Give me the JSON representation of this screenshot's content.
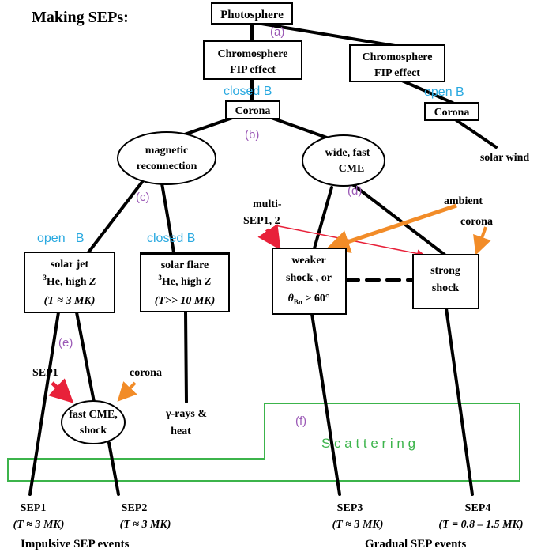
{
  "title": "Making SEPs:",
  "colors": {
    "purple": "#9b59b6",
    "blue": "#29a9e0",
    "orange": "#f28c28",
    "red": "#e8213a",
    "green": "#3cb44b",
    "black": "#000000"
  },
  "nodes": {
    "photosphere": "Photosphere",
    "chromo_left": [
      "Chromosphere",
      "FIP effect"
    ],
    "chromo_right": [
      "Chromosphere",
      "FIP effect"
    ],
    "corona_left": "Corona",
    "corona_right": "Corona",
    "solar_wind": "solar wind",
    "mag_reconn": [
      "magnetic",
      "reconnection"
    ],
    "wide_cme": [
      "wide, fast",
      "CME"
    ],
    "solar_jet": {
      "line1": "solar jet",
      "he_sup": "3",
      "line2_rest": "He, high ",
      "z": "Z",
      "line3": "(T ≈ 3 MK)"
    },
    "solar_flare": {
      "line1": "solar flare",
      "he_sup": "3",
      "line2_rest": "He, high ",
      "z": "Z",
      "line3": "(T>> 10 MK)"
    },
    "weaker_shock": {
      "line1": "weaker",
      "line2": "shock , or",
      "theta": "θ",
      "sub": "Bn",
      "rest": " > 60°"
    },
    "strong_shock": [
      "strong",
      "shock"
    ],
    "fast_cme_shock": [
      "fast CME,",
      "shock"
    ],
    "gamma_rays": [
      "γ-rays &",
      "heat"
    ]
  },
  "labels": {
    "a": "(a)",
    "b": "(b)",
    "c": "(c)",
    "d": "(d)",
    "e": "(e)",
    "f": "(f)",
    "closed_b_top": "closed B",
    "open_b_right": "open B",
    "open_b_left": "open   B",
    "closed_b_left": "closed B",
    "multi_sep": [
      "multi-",
      "SEP1, 2"
    ],
    "ambient_corona": [
      "ambient",
      "corona"
    ],
    "corona_orange": "corona",
    "sep1_mid": "SEP1",
    "scattering": "S c a t t e r i n g"
  },
  "outputs": {
    "sep1": {
      "name": "SEP1",
      "temp": "(T ≈ 3 MK)"
    },
    "sep2": {
      "name": "SEP2",
      "temp": "(T ≈ 3 MK)"
    },
    "sep3": {
      "name": "SEP3",
      "temp": "(T ≈ 3 MK)"
    },
    "sep4": {
      "name": "SEP4",
      "temp": "(T = 0.8 – 1.5 MK)"
    }
  },
  "footer": {
    "impulsive": "Impulsive SEP events",
    "gradual": "Gradual SEP events"
  }
}
